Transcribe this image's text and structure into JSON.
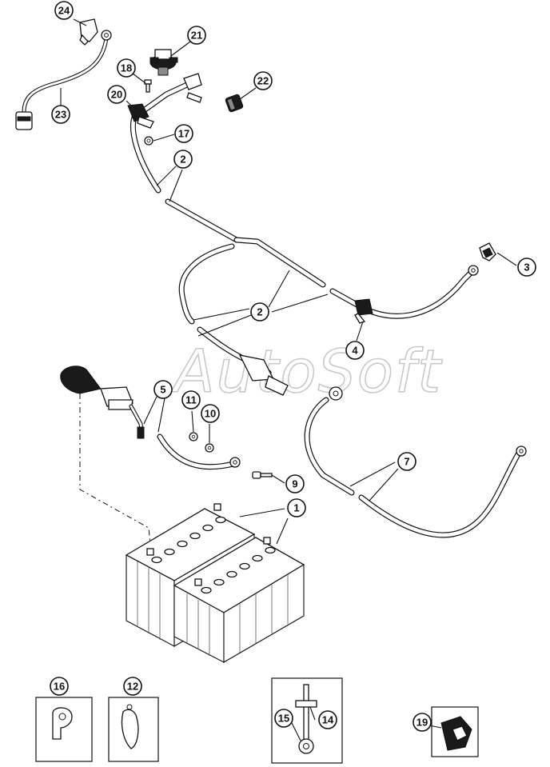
{
  "watermark": "AutoSoft",
  "callouts": {
    "c1": "1",
    "c2a": "2",
    "c2b": "2",
    "c3": "3",
    "c4": "4",
    "c5": "5",
    "c7": "7",
    "c9": "9",
    "c10": "10",
    "c11": "11",
    "c12": "12",
    "c14": "14",
    "c15": "15",
    "c16": "16",
    "c17": "17",
    "c18": "18",
    "c19": "19",
    "c20": "20",
    "c21": "21",
    "c22": "22",
    "c23": "23",
    "c24": "24"
  }
}
